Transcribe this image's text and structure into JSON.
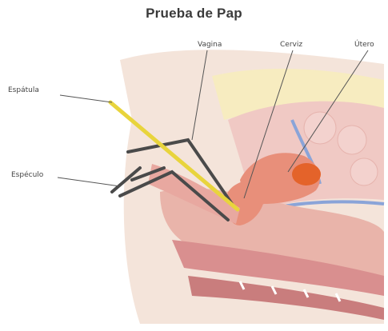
{
  "title": "Prueba de Pap",
  "labels": {
    "vagina": "Vagina",
    "cervix": "Cerviz",
    "uterus": "Útero",
    "spatula": "Espátula",
    "speculum": "Espéculo"
  },
  "colors": {
    "skin": "#f1d9c7",
    "tissue": "#d98f8f",
    "uterus": "#e88f7a",
    "fat": "#f5e6a8",
    "vessel": "#8aa4d8",
    "spatula": "#e8d43c",
    "speculum": "#4a4a4a"
  }
}
